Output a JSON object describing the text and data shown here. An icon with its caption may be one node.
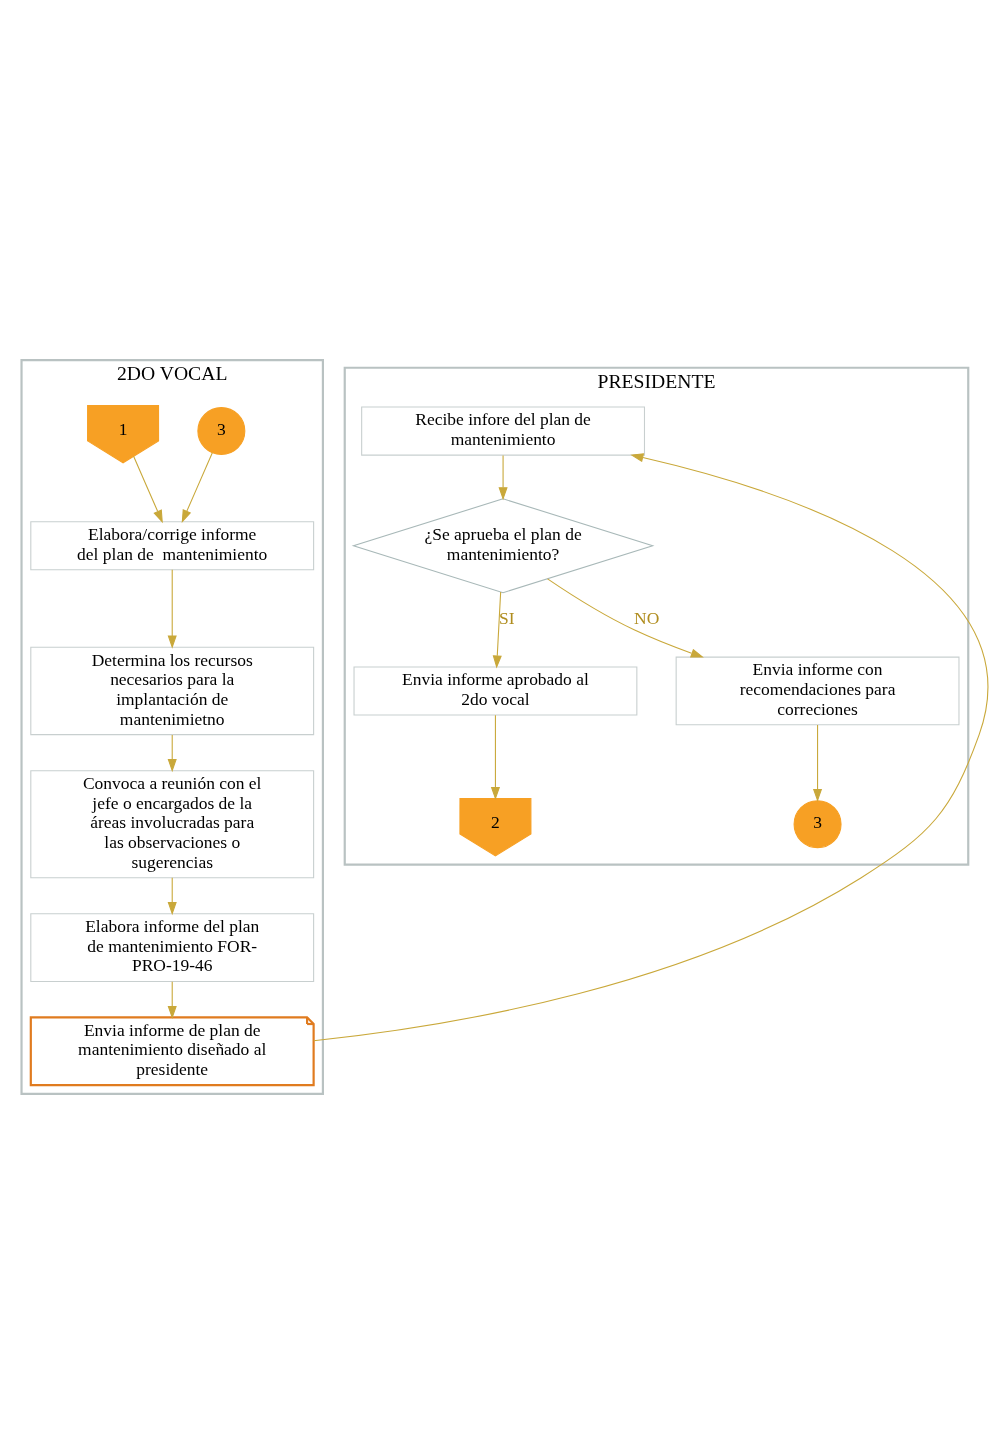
{
  "diagram": {
    "nodes": [
      {
        "text": [
          "2DO VOCAL"
        ]
      },
      {
        "text": [
          "PRESIDENTE"
        ]
      },
      {
        "text": [
          "3"
        ],
        "in": 0
      },
      {
        "text": [
          "1"
        ],
        "in": 0
      },
      {
        "text": [
          "Elabora/corrige informe del plan de  mantenimiento"
        ],
        "in": 0
      },
      {
        "text": [
          "Determina los recursos necesarios para la implantación de mantenimietno"
        ],
        "in": 0
      },
      {
        "text": [
          "Convoca a reunión con el jefe o encargados de la áreas involucradas para las observaciones o sugerencias"
        ],
        "in": 0
      },
      {
        "text": [
          "Elabora informe del plan de mantenimiento FOR-PRO-19-46"
        ],
        "in": 0
      },
      {
        "text": [
          "Envia informe de plan de mantenimiento diseñado al presidente"
        ],
        "in": 0
      },
      {
        "text": [
          "Recibe infore del plan de mantenimiento"
        ],
        "in": 1
      },
      {
        "text": [
          "¿Se aprueba el plan de mantenimiento?"
        ],
        "in": 1
      },
      {
        "text": [
          "Envia informe aprobado al 2do vocal"
        ],
        "in": 1
      },
      {
        "text": [
          "2"
        ],
        "in": 1
      },
      {
        "text": [
          "Envia informe con recomendaciones para correciones"
        ],
        "in": 1
      },
      {
        "text": [
          "3"
        ],
        "in": 1
      }
    ],
    "edges": [
      {
        "from": 2,
        "to": 4,
        "arrow": "to"
      },
      {
        "from": 3,
        "to": 4,
        "arrow": "to"
      },
      {
        "from": 4,
        "to": 5,
        "arrow": "to"
      },
      {
        "from": 5,
        "to": 6,
        "arrow": "to"
      },
      {
        "from": 6,
        "to": 7,
        "arrow": "to"
      },
      {
        "from": 7,
        "to": 8,
        "arrow": "to"
      },
      {
        "from": 8,
        "to": 9,
        "arrow": "to"
      },
      {
        "from": 9,
        "to": 10,
        "arrow": "to"
      },
      {
        "from": 10,
        "to": 11,
        "label": "SI",
        "arrow": "to"
      },
      {
        "from": 11,
        "to": 12,
        "arrow": "to"
      },
      {
        "from": 10,
        "to": 13,
        "label": "NO",
        "arrow": "to"
      },
      {
        "from": 13,
        "to": 14,
        "arrow": "to"
      }
    ]
  }
}
